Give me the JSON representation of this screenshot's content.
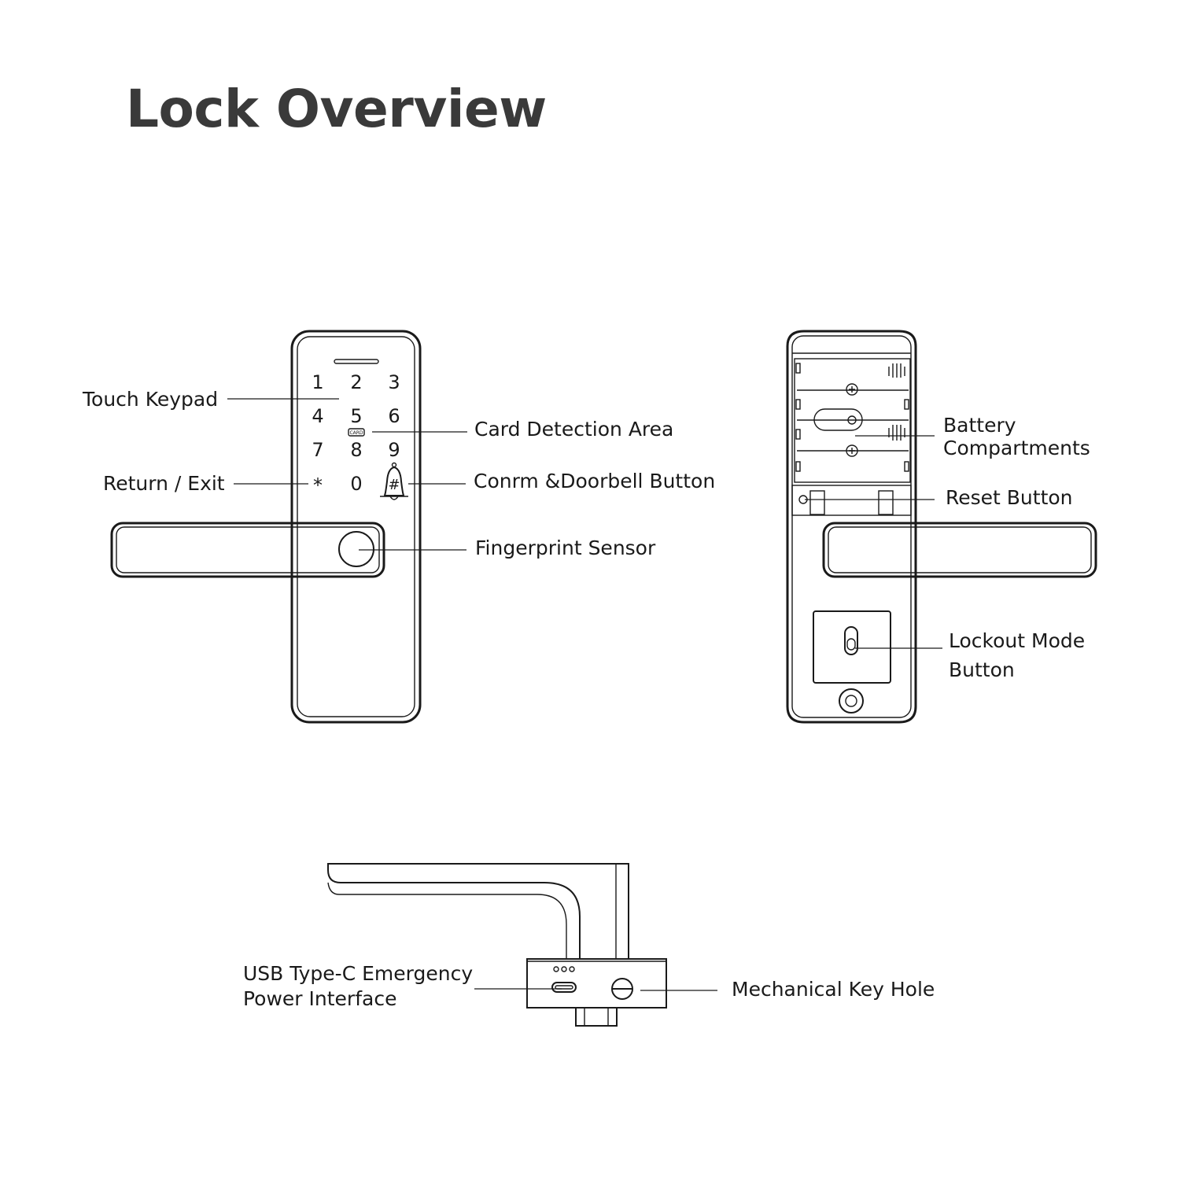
{
  "title": "Lock Overview",
  "keypad": {
    "keys": [
      "1",
      "2",
      "3",
      "4",
      "5",
      "6",
      "7",
      "8",
      "9",
      "*",
      "0",
      "#"
    ],
    "card_mark": "CARD"
  },
  "labels": {
    "touch_keypad": "Touch Keypad",
    "card_detection_area": "Card Detection Area",
    "return_exit": "Return / Exit",
    "confirm_doorbell": "Conrm &Doorbell Button",
    "fingerprint_sensor": "Fingerprint Sensor",
    "battery_compartments_line1": "Battery",
    "battery_compartments_line2": "Compartments",
    "reset_button": "Reset Button",
    "lockout_mode_line1": "Lockout Mode",
    "lockout_mode_line2": "Button",
    "usb_line1": "USB Type-C Emergency",
    "usb_line2": "Power Interface",
    "mechanical_key_hole": "Mechanical Key Hole"
  }
}
